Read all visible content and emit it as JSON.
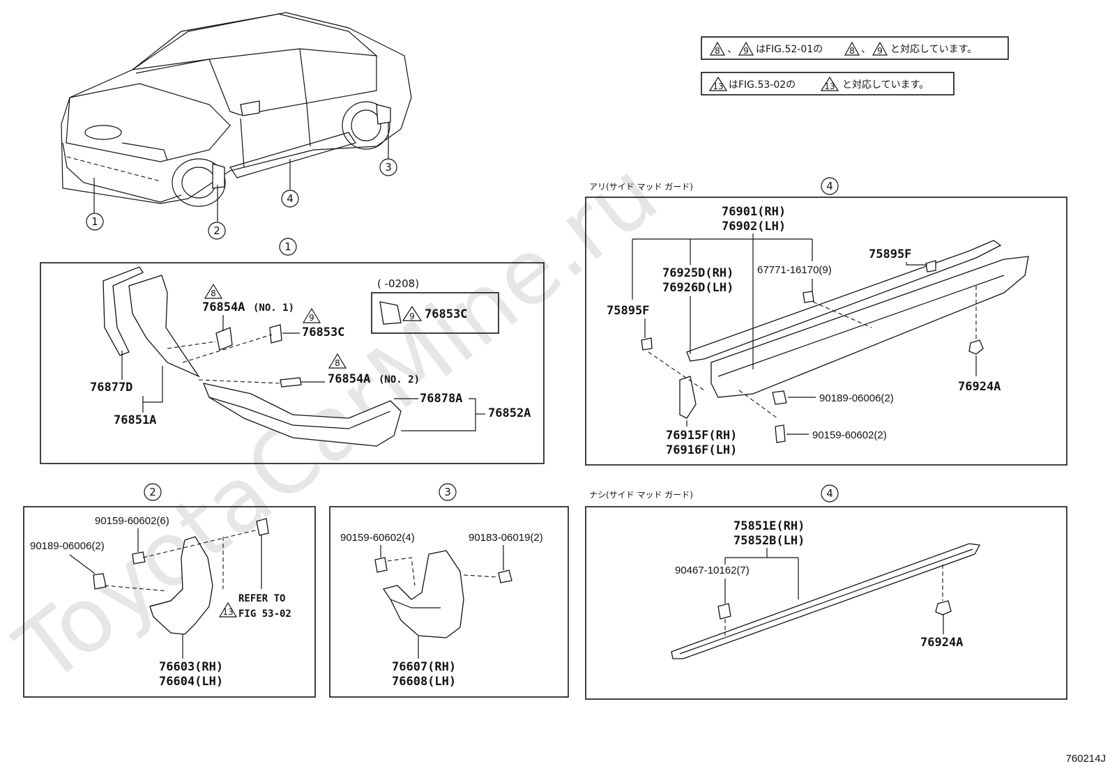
{
  "watermark": "ToyotaCarMine.ru",
  "figure_code": "760214J",
  "notes": {
    "note1": {
      "tri_a": "8",
      "sep": "、",
      "tri_b": "9",
      "text1": "はFIG.52-01の",
      "tri_c": "8",
      "sep2": "、",
      "tri_d": "9",
      "text2": "と対応しています。"
    },
    "note2": {
      "tri_a": "13",
      "text1": "はFIG.53-02の",
      "tri_b": "13",
      "text2": "と対応しています。"
    }
  },
  "overview": {
    "callouts": [
      "1",
      "2",
      "3",
      "4"
    ]
  },
  "panel_front": {
    "marker": "1",
    "date_note": "(      -0208)",
    "inset_part": "76853C",
    "inset_tri": "9",
    "parts": {
      "p76854a_no1": "76854A",
      "p76854a_no1_suffix": "(NO. 1)",
      "p76854a_no1_tri": "8",
      "p76853c": "76853C",
      "p76853c_tri": "9",
      "p76854a_no2": "76854A",
      "p76854a_no2_suffix": "(NO. 2)",
      "p76854a_no2_tri": "8",
      "p76877d": "76877D",
      "p76851a": "76851A",
      "p76878a": "76878A",
      "p76852a": "76852A"
    }
  },
  "panel_side_ari": {
    "marker": "4",
    "title": "アリ(サイド  マッド ガード)",
    "parts": {
      "p76901": "76901(RH)",
      "p76902": "76902(LH)",
      "p75895f_top": "75895F",
      "p76925d": "76925D(RH)",
      "p76926d": "76926D(LH)",
      "p67771": "67771-16170(9)",
      "p75895f_left": "75895F",
      "p76924a": "76924A",
      "p90189": "90189-06006(2)",
      "p90159": "90159-60602(2)",
      "p76915f": "76915F(RH)",
      "p76916f": "76916F(LH)"
    }
  },
  "panel_mud_front": {
    "marker": "2",
    "parts": {
      "p90159": "90159-60602(6)",
      "p90189": "90189-06006(2)",
      "refer1": "REFER TO",
      "refer2": "FIG 53-02",
      "refer_tri": "13",
      "p76603": "76603(RH)",
      "p76604": "76604(LH)"
    }
  },
  "panel_mud_rear": {
    "marker": "3",
    "parts": {
      "p90159": "90159-60602(4)",
      "p90183": "90183-06019(2)",
      "p76607": "76607(RH)",
      "p76608": "76608(LH)"
    }
  },
  "panel_side_nashi": {
    "marker": "4",
    "title": "ナシ(サイド  マッド ガード)",
    "parts": {
      "p75851e": "75851E(RH)",
      "p75852b": "75852B(LH)",
      "p90467": "90467-10162(7)",
      "p76924a": "76924A"
    }
  }
}
